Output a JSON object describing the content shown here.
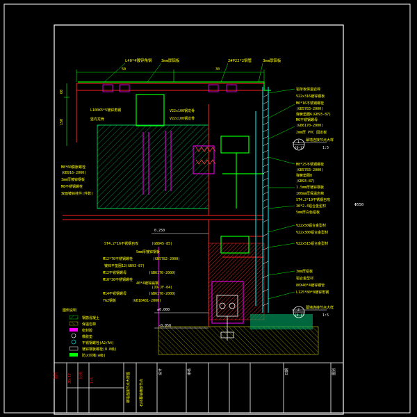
{
  "colors": {
    "background": "#000000",
    "frame": "#ffffff",
    "structure": "#ff2020",
    "annotation": "#00ff00",
    "text": "#ffff00",
    "glass": "#00ffff",
    "concrete": "#00cc66",
    "insulation": "#ff00ff",
    "title_text": "#ff0000"
  },
  "drawing": {
    "top_labels": [
      "L40*4镀锌角钢",
      "3mm厚铝板",
      "2#P22*2钢管",
      "3mm厚铝板"
    ],
    "top_dims": [
      "50",
      "30"
    ],
    "left_dims": [
      "60",
      "150"
    ],
    "left_labels": [
      "L100X5*5镀锌角钢",
      "竖向龙骨",
      "M8*60膨胀螺栓",
      "(GB916-2000)",
      "3mm厚镀锌钢板",
      "M8不锈钢螺栓",
      "双面镀锌挂件(件数)"
    ],
    "middle_labels": [
      "V22x100钢龙骨",
      "V22x100钢龙骨",
      "ST4.2*16不锈钢自攻",
      "(GB845-85)",
      "5mm厚镀锌钢板",
      "M12*70不锈钢螺栓",
      "(GB5782-2000)",
      "镀锌平垫圈12(GB93-87)",
      "M12不锈钢螺母",
      "(GB6170-2000)",
      "M10*30不锈钢螺栓",
      "40*4镀锌扁钢",
      "(JD-JF-04)",
      "M14不锈钢螺母",
      "(GB6170-2000)",
      "YGZ钢板",
      "(GB18481-2000)"
    ],
    "levels": [
      "0.250",
      "±0.000",
      "-0.050"
    ],
    "right_labels": [
      "铝单板保温岩棉",
      "V22x316镀锌钢板",
      "M6*16不锈钢螺栓",
      "(GB5783-2000)",
      "弹簧垫圈6(GB93-87)",
      "M6不锈钢螺母",
      "(GB6170-2000)",
      "2mm厚 PVC 固定板",
      "M8*25不锈钢螺栓",
      "(GB5783-2000)",
      "弹簧垫圈8",
      "(GB93-87)",
      "1.5mm厚镀锌钢板",
      "100mm厚保温岩棉",
      "ST4.2*19不锈钢自攻",
      "30*2.4铝合金型材",
      "5mm厚白色铝板",
      "V22x50铝合金型材",
      "V22x300铝合金型材",
      "V22x515铝合金型材",
      "3mm厚铝板",
      "铝合金型材",
      "80X40*4镀锌钢管",
      "L125*80*8镀锌角钢"
    ],
    "detail_callouts": [
      {
        "num": "1",
        "ref": "JD-17",
        "caption": "幕墙连接节点大样",
        "scale": "1:5"
      },
      {
        "num": "2",
        "ref": "JD-17",
        "caption": "幕墙连接节点大样",
        "scale": "1:5"
      }
    ],
    "side_dim": "Φ550",
    "legend_title": "图例说明",
    "legend_items": [
      "钢筋混凝土",
      "保温岩棉",
      "密封胶",
      "橡胶垫",
      "不锈钢螺栓(A2/A4)",
      "镀锌钢板螺栓(8.8级)",
      "防火封堵(A级)"
    ]
  },
  "title_block": {
    "cells": [
      "图号",
      "JD-17",
      "比例",
      "1:5",
      "幕墙连接节点大样图",
      "石材幕墙横剖节点",
      "设计",
      "审核",
      "日期",
      "图别"
    ]
  }
}
